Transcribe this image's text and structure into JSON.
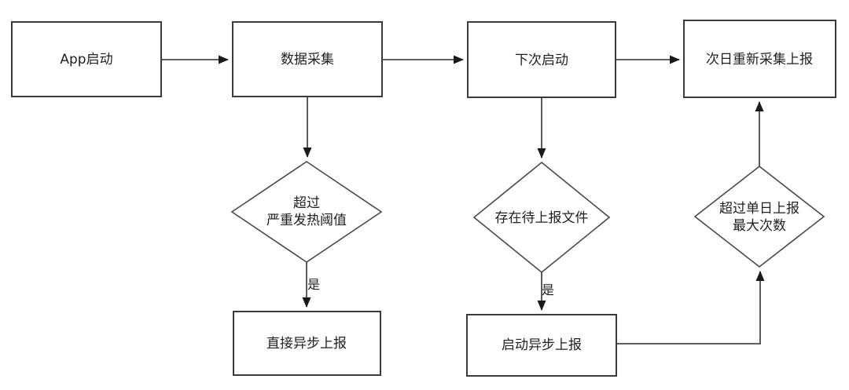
{
  "diagram": {
    "title": "app-report-flowchart",
    "nodes": {
      "app_start": {
        "label": "App启动"
      },
      "data_collect": {
        "label": "数据采集"
      },
      "next_launch": {
        "label": "下次启动"
      },
      "next_day_report": {
        "label": "次日重新采集上报"
      },
      "overheat_check": {
        "line1": "超过",
        "line2": "严重发热阈值"
      },
      "direct_report": {
        "label": "直接异步上报"
      },
      "pending_file_check": {
        "label": "存在待上报文件"
      },
      "async_report": {
        "label": "启动异步上报"
      },
      "max_count_check": {
        "line1": "超过单日上报",
        "line2": "最大次数"
      }
    },
    "edge_labels": {
      "overheat_yes": "是",
      "pending_file_yes": "是"
    }
  },
  "colors": {
    "background": "#ffffff",
    "node_fill": "#ffffff",
    "node_border": "#3a3a3a",
    "connector": "#4a4a4a",
    "arrowhead": "#1a1a1a",
    "text": "#1f1f1f"
  }
}
